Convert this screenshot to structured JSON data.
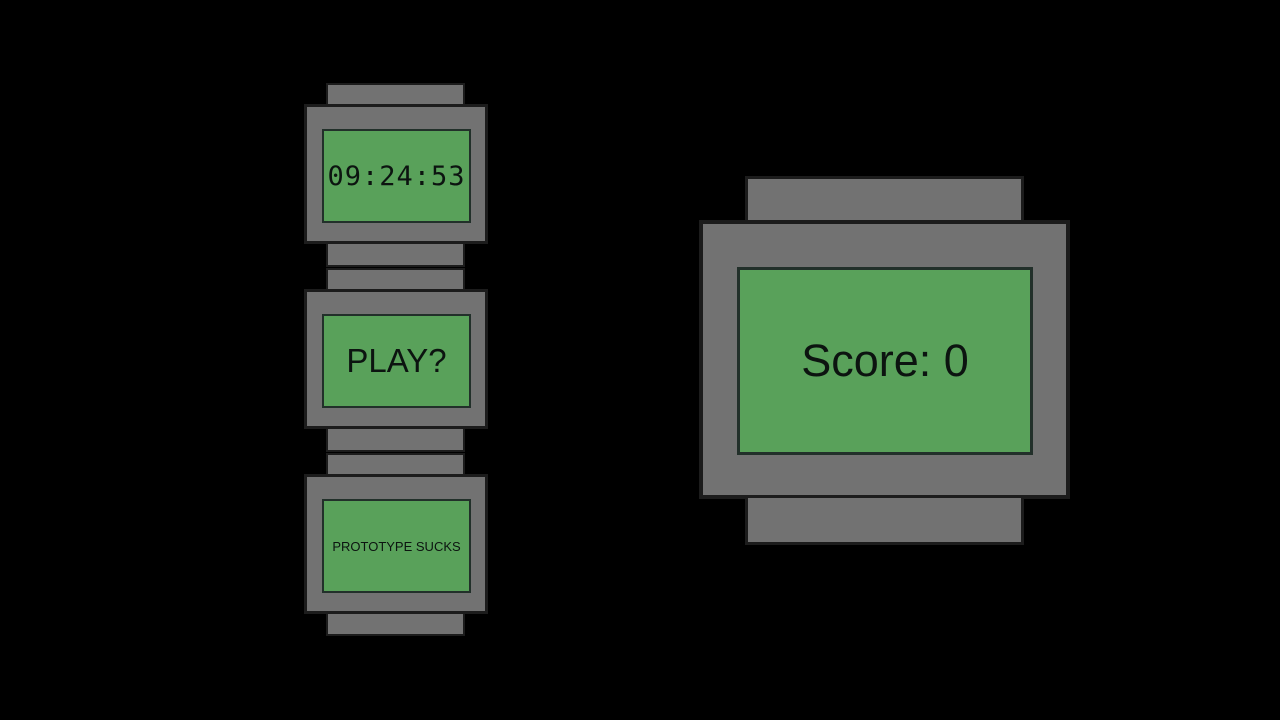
{
  "watches": {
    "clock": {
      "time": "09:24:53"
    },
    "play": {
      "label": "PLAY?"
    },
    "message": {
      "text": "PROTOTYPE SUCKS"
    }
  },
  "score_watch": {
    "label": "Score:",
    "value": "0",
    "display": "Score: 0"
  },
  "colors": {
    "background": "#000000",
    "watch_body": "#727272",
    "screen": "#59a15a",
    "outline": "#1c1c1c",
    "text": "#0c1410"
  }
}
